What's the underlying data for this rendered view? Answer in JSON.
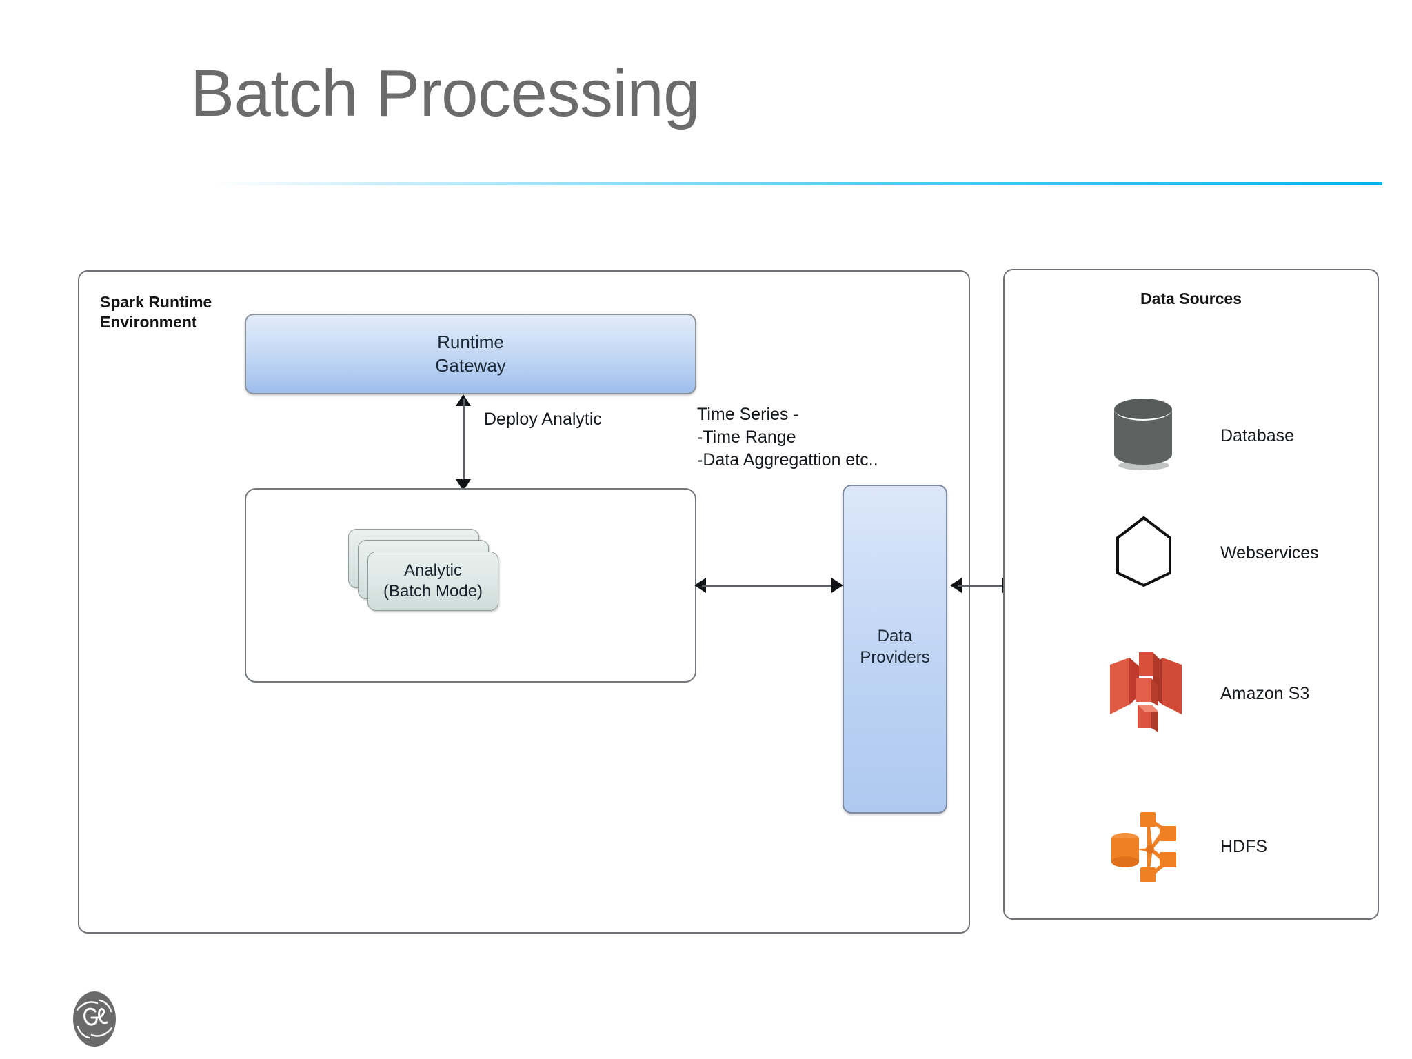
{
  "slide": {
    "title": "Batch Processing",
    "accent_color": "#00b2e3",
    "title_color": "#6b6b6b"
  },
  "diagram": {
    "spark_panel": {
      "title": "Spark Runtime\nEnvironment",
      "runtime_gateway": {
        "label": "Runtime\nGateway",
        "fill_top": "#e3ecfa",
        "fill_bottom": "#9dbdec"
      },
      "analytic_stack": {
        "label": "Analytic\n(Batch Mode)",
        "card_count": 3,
        "fill": "#dde7e5"
      },
      "annotations": {
        "deploy_analytic": "Deploy Analytic",
        "time_series": "Time Series -\n -Time Range\n -Data Aggregattion etc.."
      }
    },
    "data_providers": {
      "label": "Data\nProviders",
      "fill_top": "#dde8fa",
      "fill_bottom": "#aec8ef"
    },
    "data_sources_panel": {
      "title": "Data Sources",
      "items": [
        {
          "label": "Database",
          "icon": "database-cylinder-icon",
          "color": "#5e6362"
        },
        {
          "label": "Webservices",
          "icon": "hexagon-outline-icon",
          "color": "#111111"
        },
        {
          "label": "Amazon S3",
          "icon": "amazon-s3-bucket-icon",
          "color": "#d5402b"
        },
        {
          "label": "HDFS",
          "icon": "hdfs-cluster-icon",
          "color": "#f08023"
        }
      ]
    },
    "arrows": [
      {
        "name": "gateway-to-analytic",
        "direction": "bidirectional",
        "orientation": "vertical"
      },
      {
        "name": "analytic-to-data-providers",
        "direction": "bidirectional",
        "orientation": "horizontal"
      },
      {
        "name": "spark-to-data-sources",
        "direction": "bidirectional",
        "orientation": "horizontal"
      }
    ]
  },
  "footer": {
    "logo": "ge-monogram-logo"
  }
}
